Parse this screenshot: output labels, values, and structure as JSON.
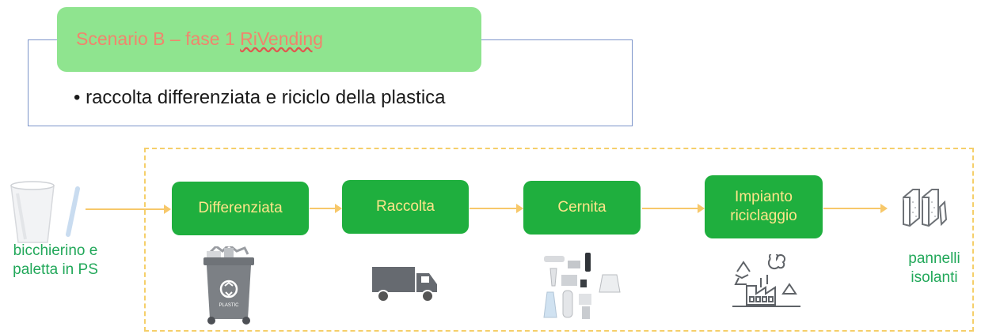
{
  "header": {
    "title_prefix": "Scenario B – fase 1 ",
    "title_brand": "RiVending",
    "bullet": "• raccolta differenziata e riciclo della plastica"
  },
  "input": {
    "label": "bicchierino e\npaletta in PS",
    "icon": "cup-and-spoon-icon"
  },
  "steps": [
    {
      "label": "Differenziata",
      "icon": "plastic-bin-icon"
    },
    {
      "label": "Raccolta",
      "icon": "truck-icon"
    },
    {
      "label": "Cernita",
      "icon": "sorted-waste-icon"
    },
    {
      "label": "Impianto\nriciclaggio",
      "icon": "recycling-plant-icon"
    }
  ],
  "output": {
    "label": "pannelli\nisolanti",
    "icon": "insulation-panels-icon"
  },
  "bin_text": "PLASTIC",
  "colors": {
    "step_fill": "#1faf3e",
    "step_text": "#ffe58a",
    "title_fill": "#8fe48f",
    "title_text": "#f0856d",
    "arrow": "#f7c86a",
    "frame_dash": "#f5cf6a",
    "label_green": "#22a85a"
  }
}
